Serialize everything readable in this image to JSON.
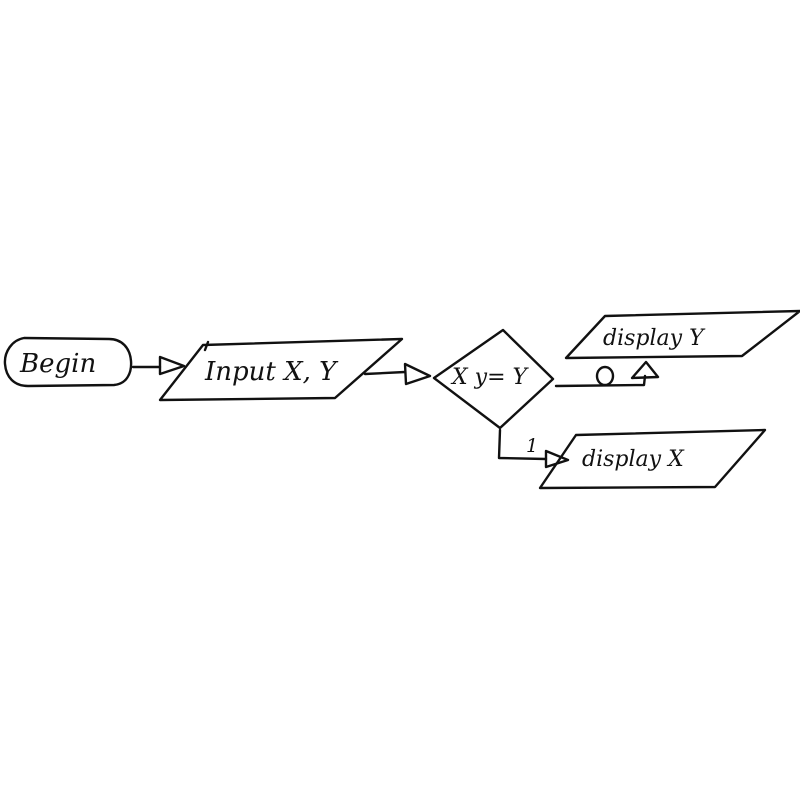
{
  "diagram": {
    "nodes": {
      "begin": "Begin",
      "input": "Input X, Y",
      "decision": "X y= Y",
      "display_y": "display Y",
      "display_x": "display X"
    },
    "edge_labels": {
      "zero": "0",
      "one": "1"
    },
    "colors": {
      "ink": "#111111",
      "background": "#ffffff"
    }
  }
}
